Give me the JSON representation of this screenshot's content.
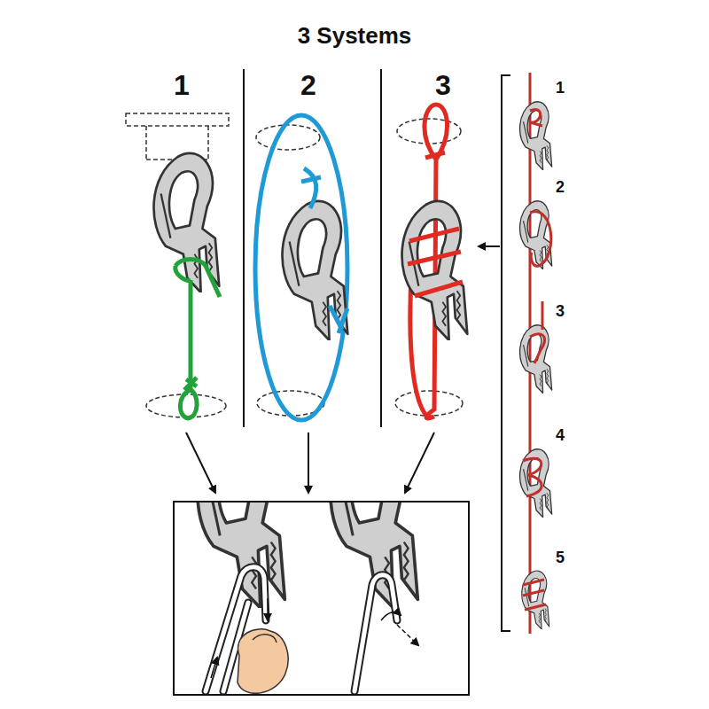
{
  "diagram": {
    "title": "3 Systems",
    "labels": [
      "1",
      "2",
      "3",
      "1",
      "2",
      "3",
      "4",
      "5"
    ]
  }
}
